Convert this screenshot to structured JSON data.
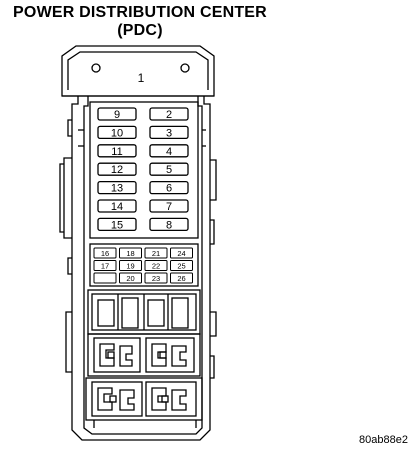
{
  "title": {
    "line1": "POWER DISTRIBUTION CENTER",
    "line2": "(PDC)"
  },
  "connector_label": "1",
  "large_fuses": {
    "left": [
      "9",
      "10",
      "11",
      "12",
      "13",
      "14",
      "15"
    ],
    "right": [
      "2",
      "3",
      "4",
      "5",
      "6",
      "7",
      "8"
    ]
  },
  "mini_fuses": [
    [
      "16",
      "18",
      "21",
      "24"
    ],
    [
      "17",
      "19",
      "22",
      "25"
    ],
    [
      "",
      "20",
      "23",
      "26"
    ]
  ],
  "reference_code": "80ab88e2"
}
